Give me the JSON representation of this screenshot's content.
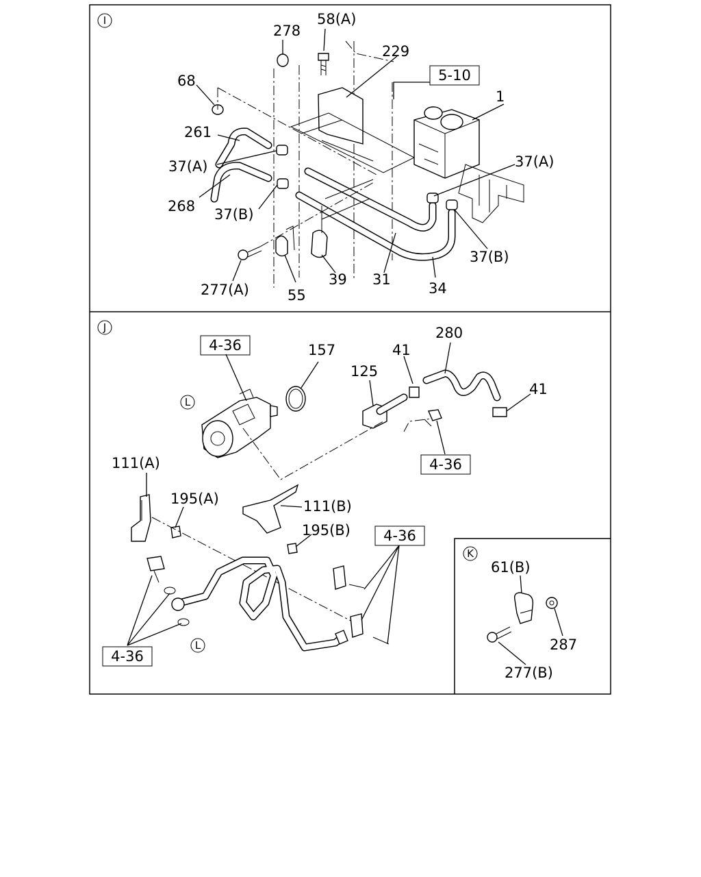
{
  "sections": [
    {
      "id": "I",
      "symbol": "I"
    },
    {
      "id": "J",
      "symbol": "J"
    },
    {
      "id": "K",
      "symbol": "K"
    }
  ],
  "callouts": {
    "i": [
      "278",
      "58(A)",
      "229",
      "68",
      "1",
      "261",
      "37(A)",
      "37(A)",
      "268",
      "37(B)",
      "37(B)",
      "277(A)",
      "55",
      "39",
      "31",
      "34"
    ],
    "i_refs": [
      "5-10"
    ],
    "j": [
      "280",
      "157",
      "41",
      "125",
      "41",
      "111(A)",
      "195(A)",
      "111(B)",
      "195(B)"
    ],
    "j_refs": [
      "4-36",
      "4-36",
      "4-36",
      "4-36"
    ],
    "j_markers": [
      "L",
      "L"
    ],
    "k": [
      "61(B)",
      "287",
      "277(B)"
    ]
  }
}
